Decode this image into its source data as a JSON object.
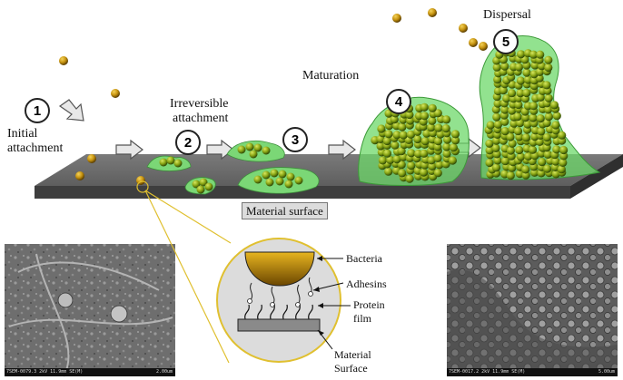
{
  "stages": {
    "s1": {
      "number": "1",
      "label_line1": "Initial",
      "label_line2": "attachment"
    },
    "s2": {
      "number": "2",
      "label_line1": "Irreversible",
      "label_line2": "attachment"
    },
    "s3": {
      "number": "3"
    },
    "s4": {
      "number": "4",
      "label": "Maturation"
    },
    "s5": {
      "number": "5",
      "label": "Dispersal"
    }
  },
  "surface_label": "Material surface",
  "inset": {
    "bacteria": "Bacteria",
    "adhesins": "Adhesins",
    "protein_line1": "Protein",
    "protein_line2": "film",
    "material_line1": "Material",
    "material_line2": "Surface"
  },
  "sem_left": {
    "footer_left": "7SEM-0079.3 2kV 11.9mm SE(M)",
    "footer_right": "2.00um"
  },
  "sem_right": {
    "footer_left": "7SEM-0017.2 2kV 11.9mm SE(M)",
    "footer_right": "5.00um"
  },
  "colors": {
    "bacteria": "#c89a10",
    "biofilm_green": "#6dd26a",
    "surface": "#6b6b6b",
    "callout": "#e0c030"
  }
}
